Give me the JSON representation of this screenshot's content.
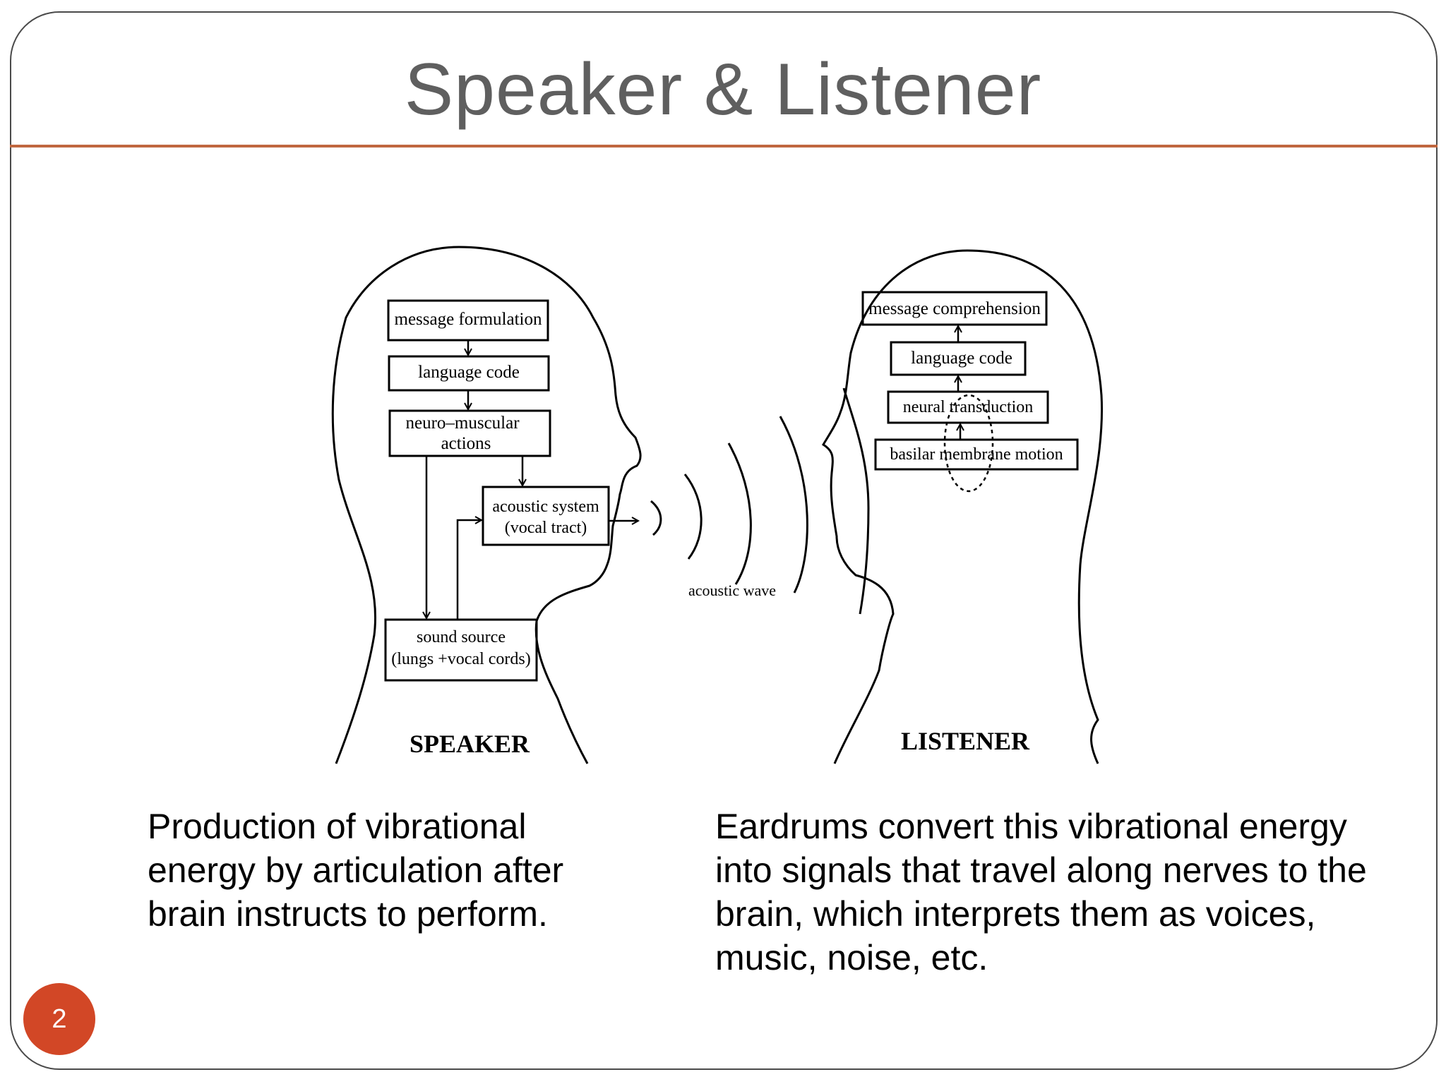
{
  "slide": {
    "title": "Speaker & Listener",
    "page_number": "2",
    "accent_color": "#c0673f",
    "badge_color": "#d24726"
  },
  "speaker": {
    "label": "SPEAKER",
    "boxes": {
      "message_formulation": "message formulation",
      "language_code": "language code",
      "neuro_muscular_line1": "neuro–muscular",
      "neuro_muscular_line2": "actions",
      "acoustic_system_line1": "acoustic system",
      "acoustic_system_line2": "(vocal tract)",
      "sound_source_line1": "sound source",
      "sound_source_line2": "(lungs +vocal cords)"
    }
  },
  "wave": {
    "label": "acoustic wave"
  },
  "listener": {
    "label": "LISTENER",
    "boxes": {
      "message_comprehension": "message comprehension",
      "language_code": "language code",
      "neural_transduction": "neural transduction",
      "basilar_membrane": "basilar membrane motion"
    }
  },
  "captions": {
    "left": "Production of vibrational energy by articulation after brain instructs to perform.",
    "right": "Eardrums convert this vibrational energy into signals that travel along nerves to the brain, which interprets them as voices, music, noise, etc."
  }
}
